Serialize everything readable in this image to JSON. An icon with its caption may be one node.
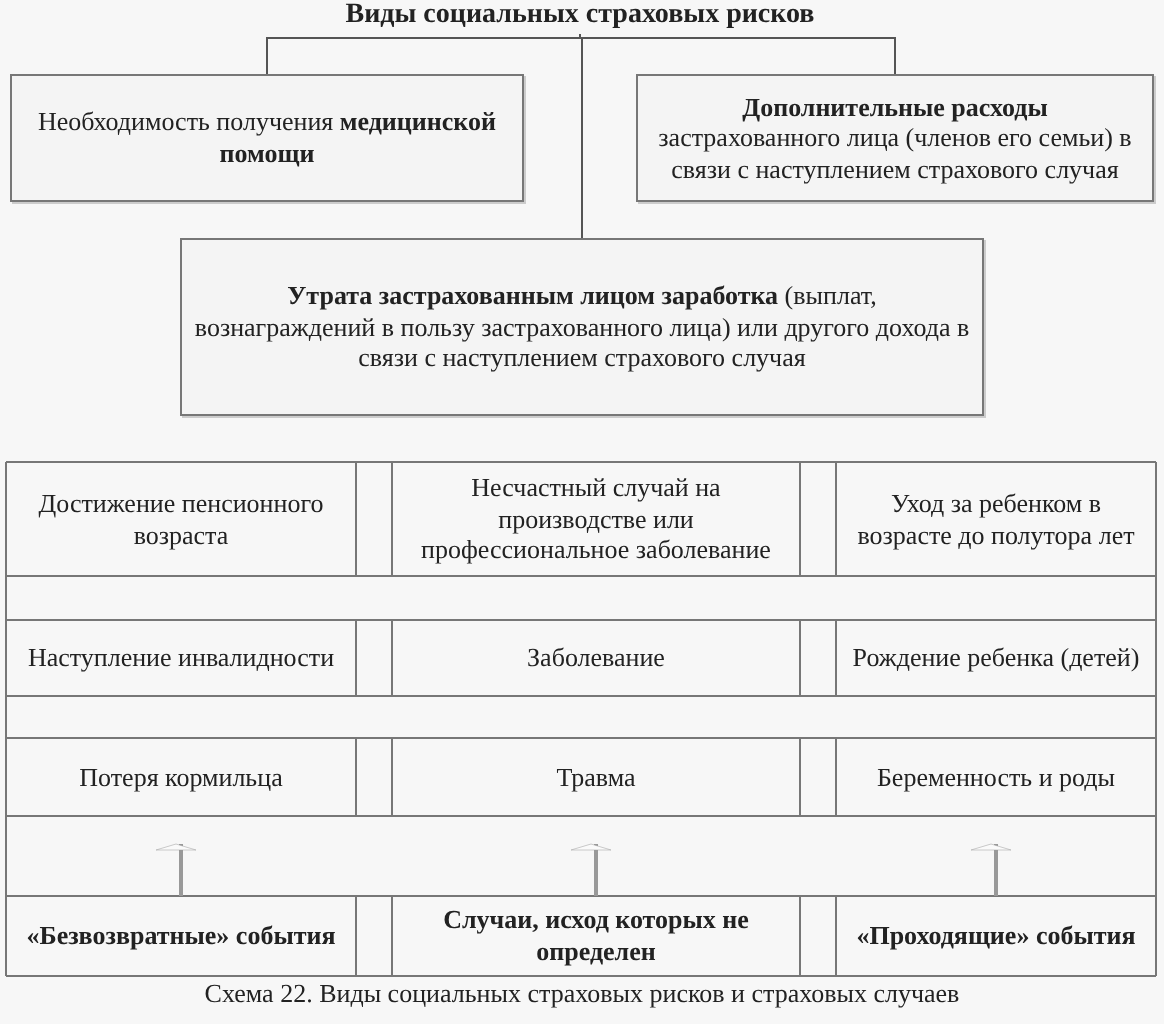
{
  "diagram": {
    "caption": "Схема 22. Виды социальных страховых рисков и страховых случаев",
    "nodes": [
      {
        "text": [
          "Виды социальных страховых рисков"
        ]
      },
      {
        "text": [
          "Необходимость получения **медицинской помощи**"
        ]
      },
      {
        "text": [
          "**Дополнительные расходы** застрахованного лица (членов его семьи) в связи с наступлением страхового случая"
        ]
      },
      {
        "text": [
          "**Утрата застрахованным лицом заработка** (выплат, вознаграждений в пользу застрахованного лица) или другого дохода в связи с наступлением страхового случая"
        ]
      },
      {
        "text": [
          "Достижение пенсионного возраста"
        ]
      },
      {
        "text": [
          "Несчастный случай на производстве или профессиональное заболевание"
        ]
      },
      {
        "text": [
          "Уход за ребенком в возрасте до полутора лет"
        ]
      },
      {
        "text": [
          "Наступление инвалидности"
        ]
      },
      {
        "text": [
          "Заболевание"
        ]
      },
      {
        "text": [
          "Рождение ребенка (детей)"
        ]
      },
      {
        "text": [
          "Потеря кормильца"
        ]
      },
      {
        "text": [
          "Травма"
        ]
      },
      {
        "text": [
          "Беременность и роды"
        ]
      },
      {
        "text": [
          "«Безвозвратные» события"
        ]
      },
      {
        "text": [
          "Случаи, исход которых не определен"
        ]
      },
      {
        "text": [
          "«Проходящие» события"
        ]
      }
    ],
    "edges": [
      {
        "from": 0,
        "to": 1,
        "arrow": "none"
      },
      {
        "from": 0,
        "to": 2,
        "arrow": "none"
      },
      {
        "from": 0,
        "to": 3,
        "arrow": "none"
      },
      {
        "from": 13,
        "to": 10,
        "arrow": "to"
      },
      {
        "from": 14,
        "to": 11,
        "arrow": "to"
      },
      {
        "from": 15,
        "to": 12,
        "arrow": "to"
      }
    ]
  }
}
